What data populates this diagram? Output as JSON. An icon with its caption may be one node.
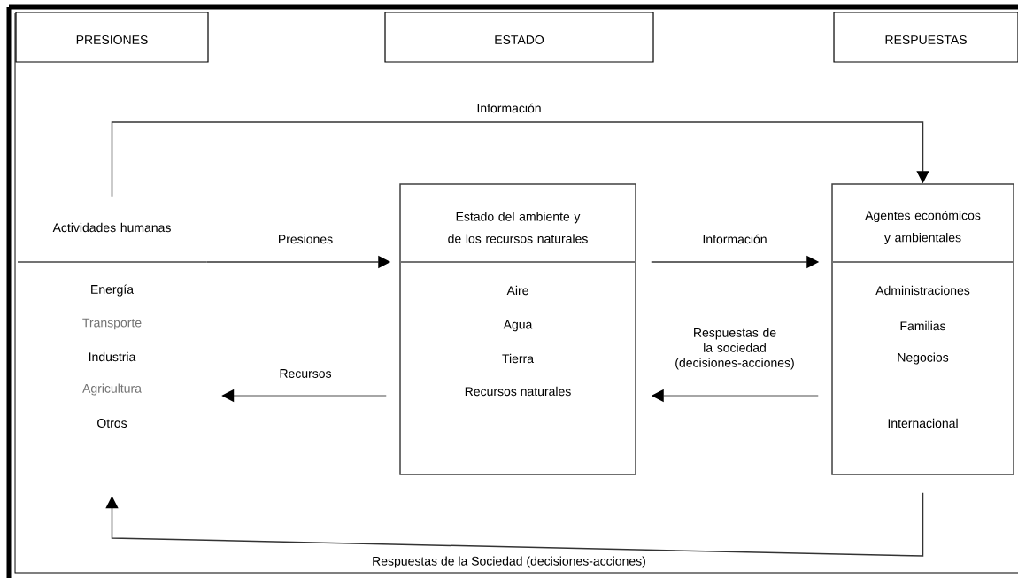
{
  "diagram": {
    "nodes": [
      {
        "text": [
          "PRESIONES"
        ]
      },
      {
        "text": [
          "ESTADO"
        ]
      },
      {
        "text": [
          "RESPUESTAS"
        ]
      },
      {
        "text": [
          "Actividades humanas",
          "Energía",
          "Transporte",
          "Industria",
          "Agricultura",
          "Otros"
        ]
      },
      {
        "text": [
          "Estado del ambiente y de los recursos naturales",
          "Aire",
          "Agua",
          "Tierra",
          "Recursos naturales"
        ]
      },
      {
        "text": [
          "Agentes económicos y ambientales",
          "Administraciones",
          "Familias",
          "Negocios",
          "Internacional"
        ]
      }
    ],
    "edges": [
      {
        "from": 3,
        "to": 4,
        "arrow": "to",
        "label": "Presiones"
      },
      {
        "from": 4,
        "to": 5,
        "arrow": "to",
        "label": "Información"
      },
      {
        "from": 5,
        "to": 4,
        "arrow": "to",
        "label": "Respuestas de la sociedad (decisiones-acciones)",
        "color": "#888888"
      },
      {
        "from": 4,
        "to": 3,
        "arrow": "to",
        "label": "Recursos",
        "color": "#888888"
      },
      {
        "from": 3,
        "to": 5,
        "arrow": "to",
        "label": "Información"
      },
      {
        "from": 5,
        "to": 3,
        "arrow": "to",
        "label": "Respuestas de la Sociedad (decisiones-acciones)"
      }
    ]
  }
}
